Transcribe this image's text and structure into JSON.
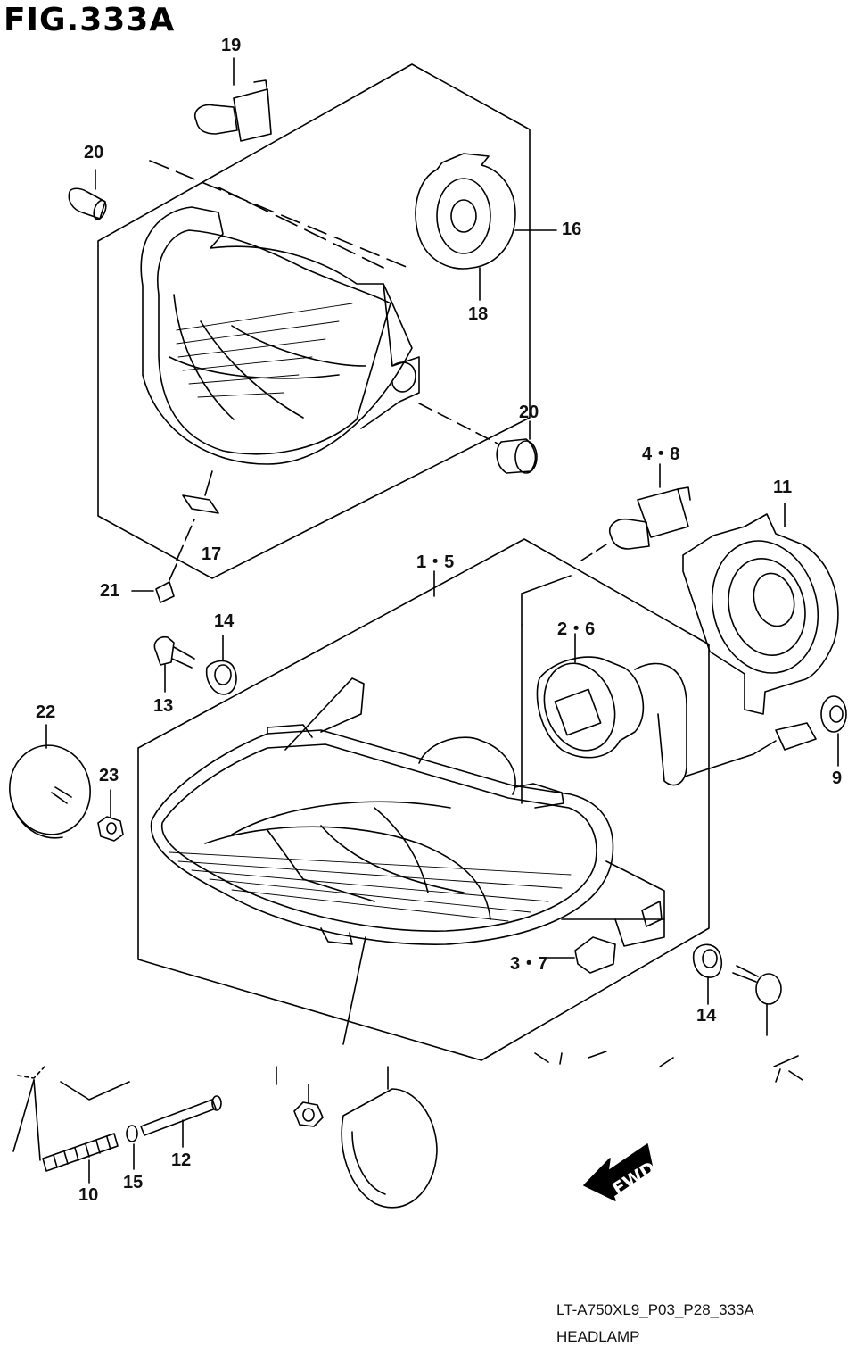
{
  "figure": {
    "title": "FIG.333A",
    "code": "LT-A750XL9_P03_P28_333A",
    "name": "HEADLAMP"
  },
  "callouts": [
    {
      "id": "19",
      "text": "19"
    },
    {
      "id": "20a",
      "text": "20"
    },
    {
      "id": "16",
      "text": "16"
    },
    {
      "id": "18",
      "text": "18"
    },
    {
      "id": "20b",
      "text": "20"
    },
    {
      "id": "4-8",
      "text": "4・8"
    },
    {
      "id": "11",
      "text": "11"
    },
    {
      "id": "17",
      "text": "17"
    },
    {
      "id": "21",
      "text": "21"
    },
    {
      "id": "1-5",
      "text": "1・5"
    },
    {
      "id": "2-6",
      "text": "2・6"
    },
    {
      "id": "14a",
      "text": "14"
    },
    {
      "id": "13a",
      "text": "13"
    },
    {
      "id": "22",
      "text": "22"
    },
    {
      "id": "23",
      "text": "23"
    },
    {
      "id": "9",
      "text": "9"
    },
    {
      "id": "3-7",
      "text": "3・7"
    },
    {
      "id": "14b",
      "text": "14"
    },
    {
      "id": "10",
      "text": "10"
    },
    {
      "id": "15",
      "text": "15"
    },
    {
      "id": "12",
      "text": "12"
    }
  ],
  "direction_marker": {
    "text": "FWD",
    "icon": "forward-arrow-icon"
  }
}
